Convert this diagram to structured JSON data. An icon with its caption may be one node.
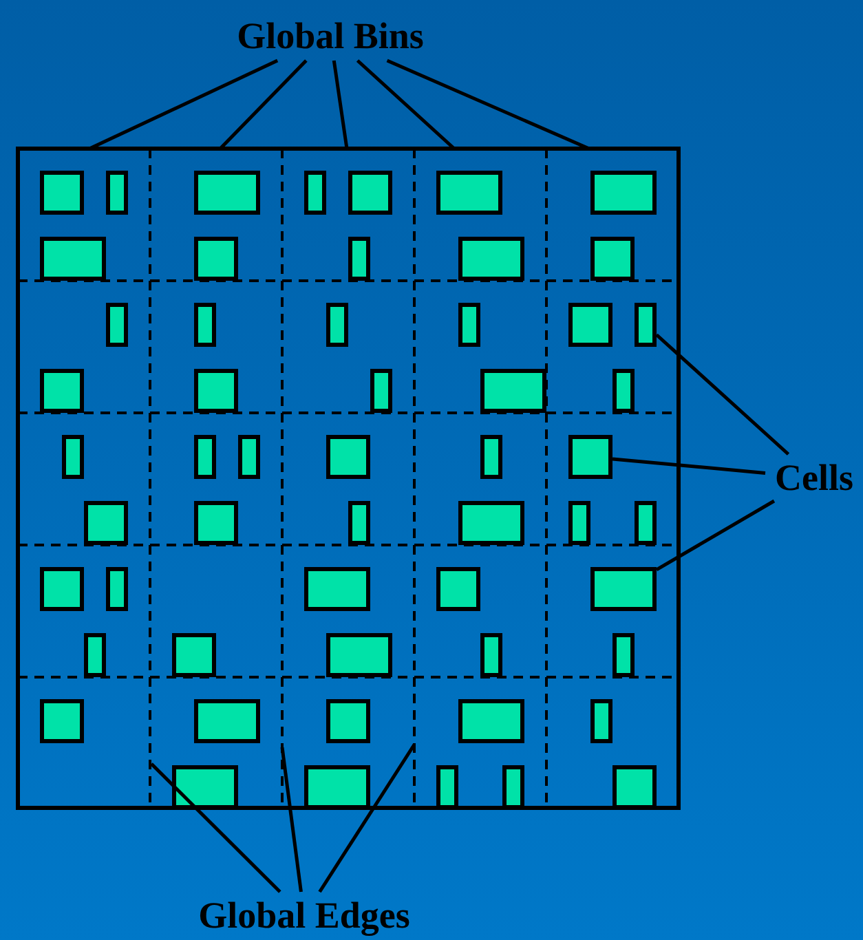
{
  "diagram": {
    "nodes": [
      {
        "text": [
          "Global Bins"
        ]
      },
      {
        "text": [],
        "shape": "box"
      },
      {
        "text": [],
        "shape": "box"
      },
      {
        "text": [],
        "shape": "box"
      },
      {
        "text": [
          "Cells"
        ]
      },
      {
        "text": [
          "Global Edges"
        ]
      }
    ],
    "edges": [
      {
        "from": 0,
        "to": null,
        "arrow": "none"
      },
      {
        "from": 0,
        "to": null,
        "arrow": "none"
      },
      {
        "from": 0,
        "to": null,
        "arrow": "none"
      },
      {
        "from": 0,
        "to": null,
        "arrow": "none"
      },
      {
        "from": 0,
        "to": null,
        "arrow": "none"
      },
      {
        "from": 4,
        "to": 1,
        "arrow": "none"
      },
      {
        "from": 4,
        "to": 2,
        "arrow": "none"
      },
      {
        "from": 4,
        "to": 3,
        "arrow": "none"
      },
      {
        "from": 5,
        "to": null,
        "arrow": "none"
      },
      {
        "from": 5,
        "to": null,
        "arrow": "none"
      },
      {
        "from": 5,
        "to": null,
        "arrow": "none"
      }
    ]
  }
}
